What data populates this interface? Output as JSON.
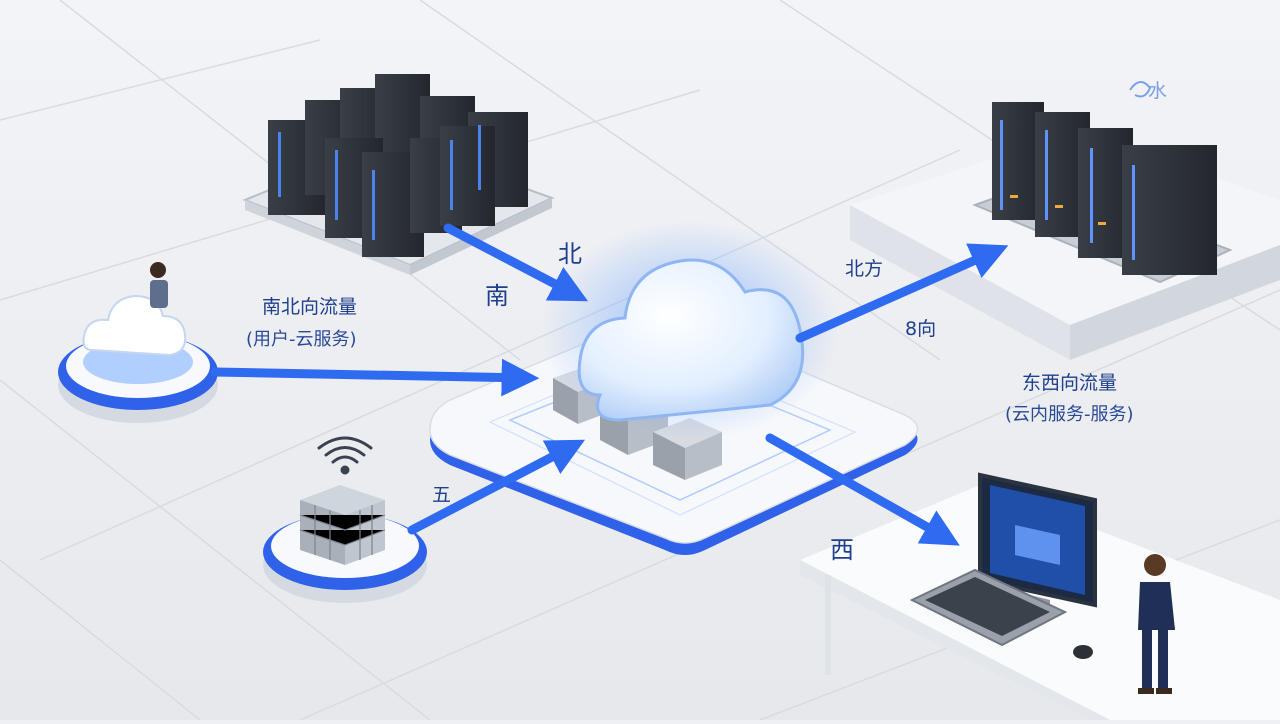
{
  "labels": {
    "north": "北",
    "south": "南",
    "north_east": "北方",
    "south_east": "8向",
    "west_lower": "五",
    "west_right": "西",
    "corner_mark": "水",
    "ns_title": "南北向流量",
    "ns_sub": "(用户-云服务)",
    "ew_title": "东西向流量",
    "ew_sub": "(云内服务-服务)"
  },
  "colors": {
    "arrow": "#2f6bf0",
    "ring": "#2f62e8",
    "label": "#1e3f8c",
    "cloud": "#dceaff",
    "server": "#2c3138",
    "platform": "#f6f8fb"
  },
  "icons": [
    "cloud-icon",
    "server-rack-icon",
    "person-icon",
    "wifi-icon",
    "building-icon",
    "monitor-icon",
    "keyboard-icon",
    "mouse-icon",
    "switch-box-icon"
  ]
}
